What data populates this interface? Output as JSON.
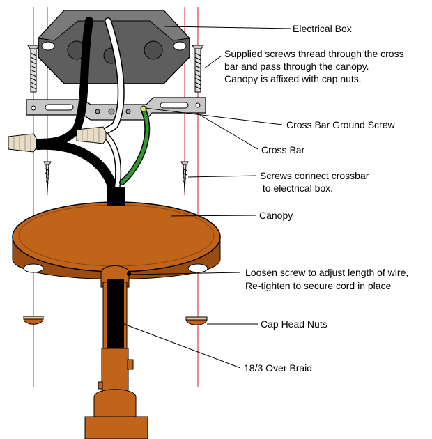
{
  "labels": {
    "electrical_box": "Electrical Box",
    "screws_line1": "Supplied screws thread through the cross",
    "screws_line2": "bar and pass through the canopy.",
    "screws_line3": "Canopy is affixed with cap nuts.",
    "ground_screw": "Cross Bar Ground Screw",
    "cross_bar": "Cross Bar",
    "connect_line1": "Screws connect crossbar",
    "connect_line2": " to electrical box.",
    "canopy": "Canopy",
    "loosen_line1": "Loosen screw to adjust length of wire,",
    "loosen_line2": "Re-tighten to secure cord in place",
    "cap_nuts": "Cap Head Nuts",
    "braid": "18/3 Over Braid"
  },
  "colors": {
    "box": "#5e5e5e",
    "bracket": "#c8c8c8",
    "canopy": "#c0641a",
    "canopy_dark": "#9a4c10",
    "ground_wire": "#2f9a2f",
    "guide_line": "#cc2222",
    "cord": "#000000"
  }
}
